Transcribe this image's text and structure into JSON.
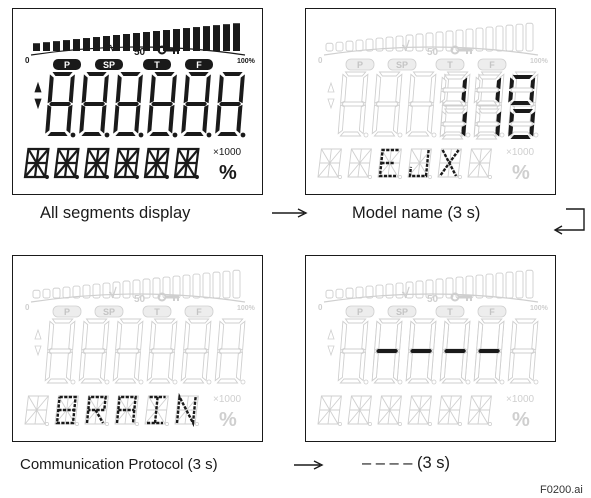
{
  "lcd_labels": {
    "zero": "0",
    "hundred_percent": "100%",
    "fifty": "50",
    "sqrt": "√",
    "p": "P",
    "sp": "SP",
    "t": "T",
    "f": "F",
    "x1000": "×1000",
    "percent": "%"
  },
  "panels": [
    {
      "id": "all-segments",
      "caption": "All segments display"
    },
    {
      "id": "model-name",
      "caption": "Model name (3 s)",
      "main_rows": [
        "110",
        "110"
      ],
      "alpha": "EJX"
    },
    {
      "id": "protocol",
      "caption": "Communication Protocol (3 s)",
      "alpha": "BRAIN"
    },
    {
      "id": "dashes",
      "caption": "– – – –  (3 s)",
      "main_rows": [
        "----"
      ]
    }
  ],
  "figure_id": "F0200.ai",
  "colors": {
    "active": "#1a1a1a",
    "ghost": "#cfcfcf",
    "ghost_fill": "#e4e4e4",
    "tag_fill": "#1a1a1a"
  }
}
